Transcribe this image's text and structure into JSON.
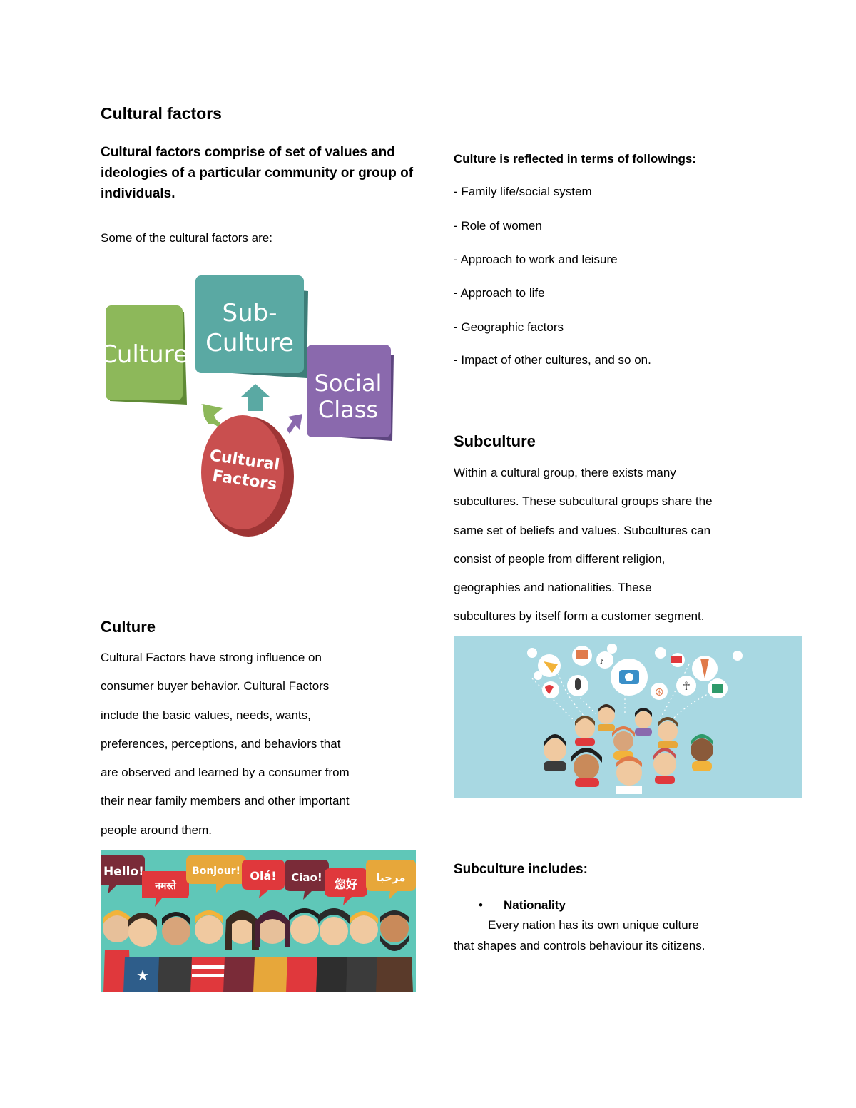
{
  "left": {
    "title": "Cultural factors",
    "intro": "Cultural factors comprise of set of values and ideologies of a particular community or group of individuals.",
    "some_label": "Some of the cultural factors are:",
    "diagram": {
      "box_culture": "Culture",
      "box_sub_1": "Sub-",
      "box_sub_2": "Culture",
      "box_social_1": "Social",
      "box_social_2": "Class",
      "circle_1": "Cultural",
      "circle_2": "Factors",
      "colors": {
        "culture": "#8db85a",
        "subculture": "#5aa9a3",
        "social": "#8a69ad",
        "circle": "#c94f4f"
      }
    },
    "culture_heading": "Culture",
    "culture_lines": [
      "Cultural Factors have strong influence on",
      "consumer buyer behavior.  Cultural Factors",
      "include the basic values, needs, wants,",
      "preferences, perceptions, and behaviors that",
      "are observed and learned by a consumer from",
      "their near family members and other important",
      "people around them."
    ],
    "greetings": [
      "Hello!",
      "नमस्ते",
      "Bonjour!",
      "Olá!",
      "Ciao!",
      "您好",
      "مرحبا"
    ]
  },
  "right": {
    "reflected_heading": "Culture is reflected in terms of followings:",
    "reflected_items": [
      "- Family life/social system",
      "-  Role of women",
      "- Approach to work and leisure",
      "- Approach to life",
      "- Geographic factors",
      "- Impact of other cultures, and so on."
    ],
    "subculture_heading": "Subculture",
    "subculture_lines": [
      "Within a cultural group, there exists many",
      "subcultures. These subcultural groups share the",
      "same set of beliefs and values. Subcultures can",
      "consist of people from different religion,",
      "geographies and nationalities. These",
      "subcultures by itself form a customer segment."
    ],
    "includes_heading": "Subculture includes:",
    "bullet_label": "Nationality",
    "bullet_line1": "Every nation has its own unique culture",
    "bullet_line2": "that shapes and controls behaviour its citizens."
  }
}
